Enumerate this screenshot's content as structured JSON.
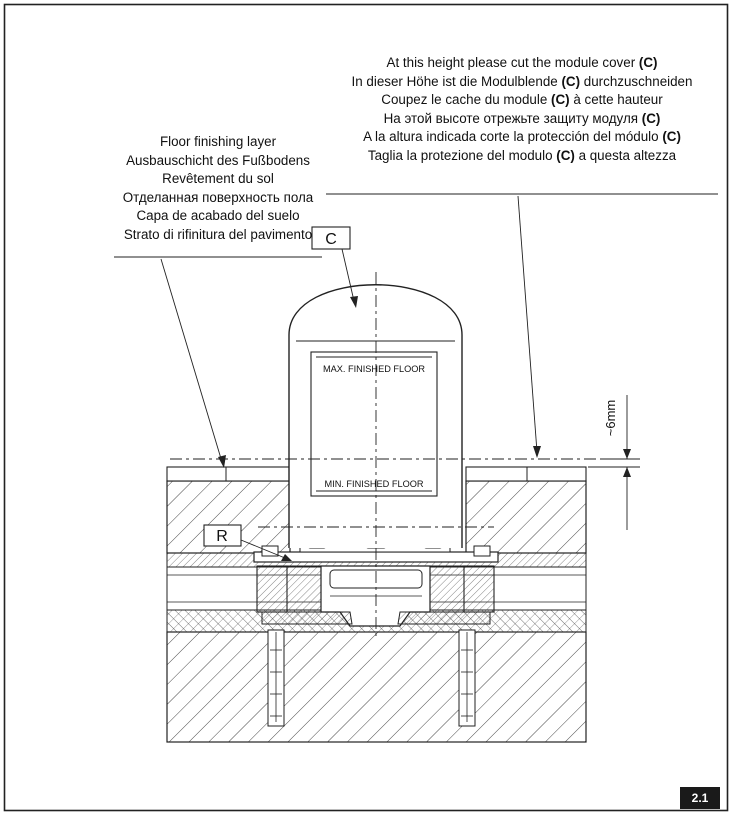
{
  "cut_instructions": [
    {
      "pre": "At this height please cut the module cover ",
      "bold": "(C)",
      "post": ""
    },
    {
      "pre": "In dieser Höhe ist die Modulblende ",
      "bold": "(C)",
      "post": " durchzuschneiden"
    },
    {
      "pre": "Coupez le cache du module ",
      "bold": "(C)",
      "post": " à cette hauteur"
    },
    {
      "pre": "На этой высоте отрежьте защиту модуля ",
      "bold": "(C)",
      "post": ""
    },
    {
      "pre": "A la altura indicada corte la protección del módulo ",
      "bold": "(C)",
      "post": ""
    },
    {
      "pre": "Taglia la protezione del modulo ",
      "bold": "(C)",
      "post": " a questa altezza"
    }
  ],
  "floor_layer_labels": [
    "Floor finishing layer",
    "Ausbauschicht des Fußbodens",
    "Revêtement du sol",
    "Отделанная поверхность пола",
    "Capa de acabado del suelo",
    "Strato di rifinitura del pavimento"
  ],
  "callouts": {
    "cover": "C",
    "ring": "R"
  },
  "window_labels": {
    "max": "MAX. FINISHED FLOOR",
    "min": "MIN. FINISHED FLOOR"
  },
  "dimension": "~6mm",
  "figure_number": "2.1"
}
